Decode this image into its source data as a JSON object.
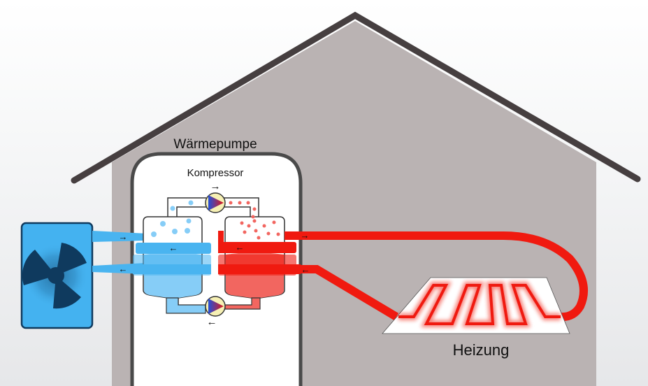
{
  "title": "Wärmepumpe Funktionsschema",
  "labels": {
    "heat_pump": "Wärmepumpe",
    "compressor": "Kompressor",
    "heating": "Heizung"
  },
  "arrows": {
    "right": "→",
    "left": "←"
  },
  "colors": {
    "house_fill": "#bab3b3",
    "roof": "#463f40",
    "cold": "#49b4f0",
    "cold_light": "#86cdf7",
    "hot": "#f01a10",
    "hot_light": "#f26660",
    "fan_unit": "#44b2f0",
    "fan_blade": "#0f3a5e",
    "valve_fill": "#f6f0b4"
  },
  "components": [
    {
      "id": "outdoor-unit",
      "name": "Außeneinheit (Ventilator)"
    },
    {
      "id": "evaporator",
      "name": "Verdampfer"
    },
    {
      "id": "condenser",
      "name": "Verflüssiger"
    },
    {
      "id": "compressor",
      "name": "Kompressor"
    },
    {
      "id": "expansion-valve",
      "name": "Expansionsventil"
    },
    {
      "id": "floor-heating",
      "name": "Heizung"
    }
  ]
}
